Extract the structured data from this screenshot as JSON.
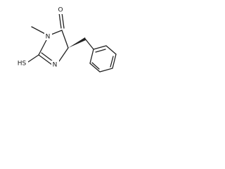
{
  "molecule": {
    "atoms": {
      "oxygen": "O",
      "nitrogen_methyl": "N",
      "sulfur": "HS",
      "nitrogen_ring": "N"
    },
    "stereo_wedge": "bold",
    "colors": {
      "bond": "#222222",
      "label": "#1a1a1a",
      "background": "#ffffff"
    }
  }
}
